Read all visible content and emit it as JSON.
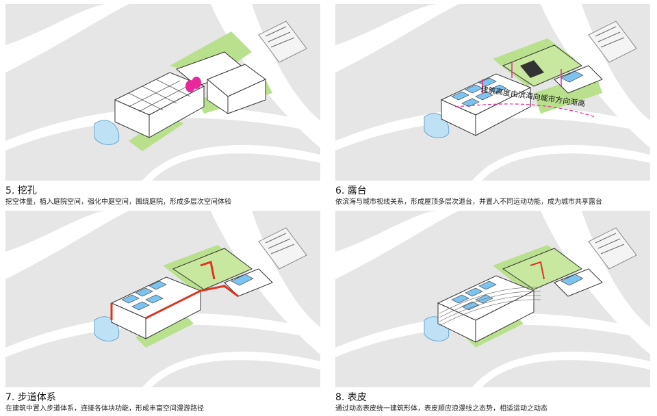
{
  "colors": {
    "ground": "#e6e6e6",
    "road": "#ffffff",
    "green": "#b9e08c",
    "water": "#bfe1f6",
    "pool": "#7cc4ef",
    "accent_pink": "#e8289b",
    "accent_red": "#e0321e",
    "building": "#ffffff"
  },
  "panels": [
    {
      "id": "p5",
      "title": "5. 挖孔",
      "text": "挖空体量，植入庭院空间，强化中庭空间，围绕庭院，形成多层次空间体验"
    },
    {
      "id": "p6",
      "title": "6. 露台",
      "text": "依滨海与城市视线关系，形成屋顶多层次退台，并置入不同运动功能，成为城市共享露台",
      "annotation": "建筑高度由滨海向城市方向渐高"
    },
    {
      "id": "p7",
      "title": "7. 步道体系",
      "text": "在建筑中置入步道体系，连接各体块功能，形成丰富空间漫游路径"
    },
    {
      "id": "p8",
      "title": "8. 表皮",
      "text": "通过动态表皮统一建筑形体，表皮顺应浪漫线之态势，相适运动之动态"
    }
  ]
}
